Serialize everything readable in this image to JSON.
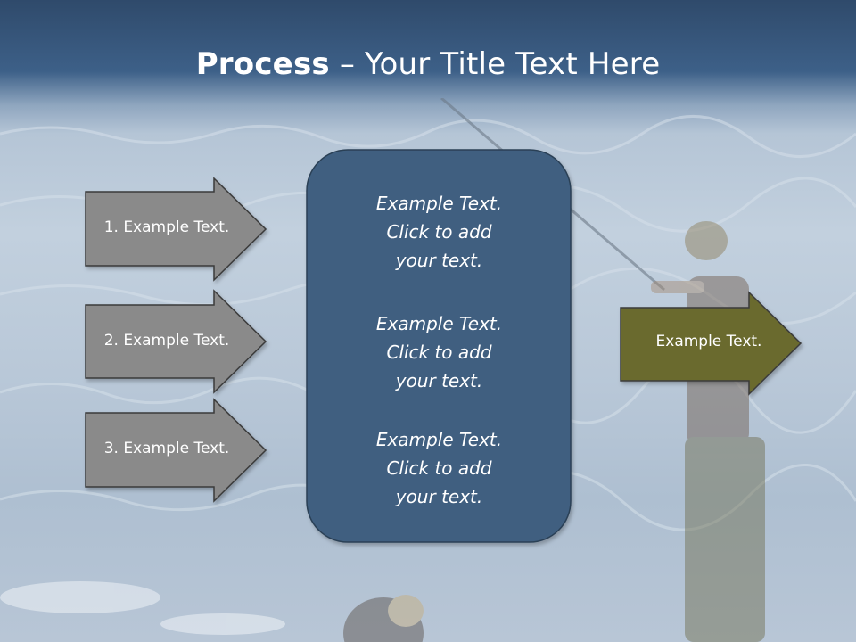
{
  "slide": {
    "title_bold": "Process",
    "title_rest": " – Your Title Text Here",
    "steps": [
      {
        "label": "1. Example Text."
      },
      {
        "label": "2. Example Text."
      },
      {
        "label": "3. Example Text."
      }
    ],
    "center_blocks": [
      {
        "line1": "Example Text.",
        "line2": "Click  to add",
        "line3": "your text."
      },
      {
        "line1": "Example Text.",
        "line2": "Click  to add",
        "line3": "your text."
      },
      {
        "line1": "Example Text.",
        "line2": "Click  to add",
        "line3": "your text."
      }
    ],
    "output": {
      "label": "Example Text."
    }
  },
  "colors": {
    "step_fill": "#8a8a8a",
    "center_fill": "#3f5f80",
    "output_fill": "#6b6b2f",
    "outline": "#3a3a3a"
  }
}
